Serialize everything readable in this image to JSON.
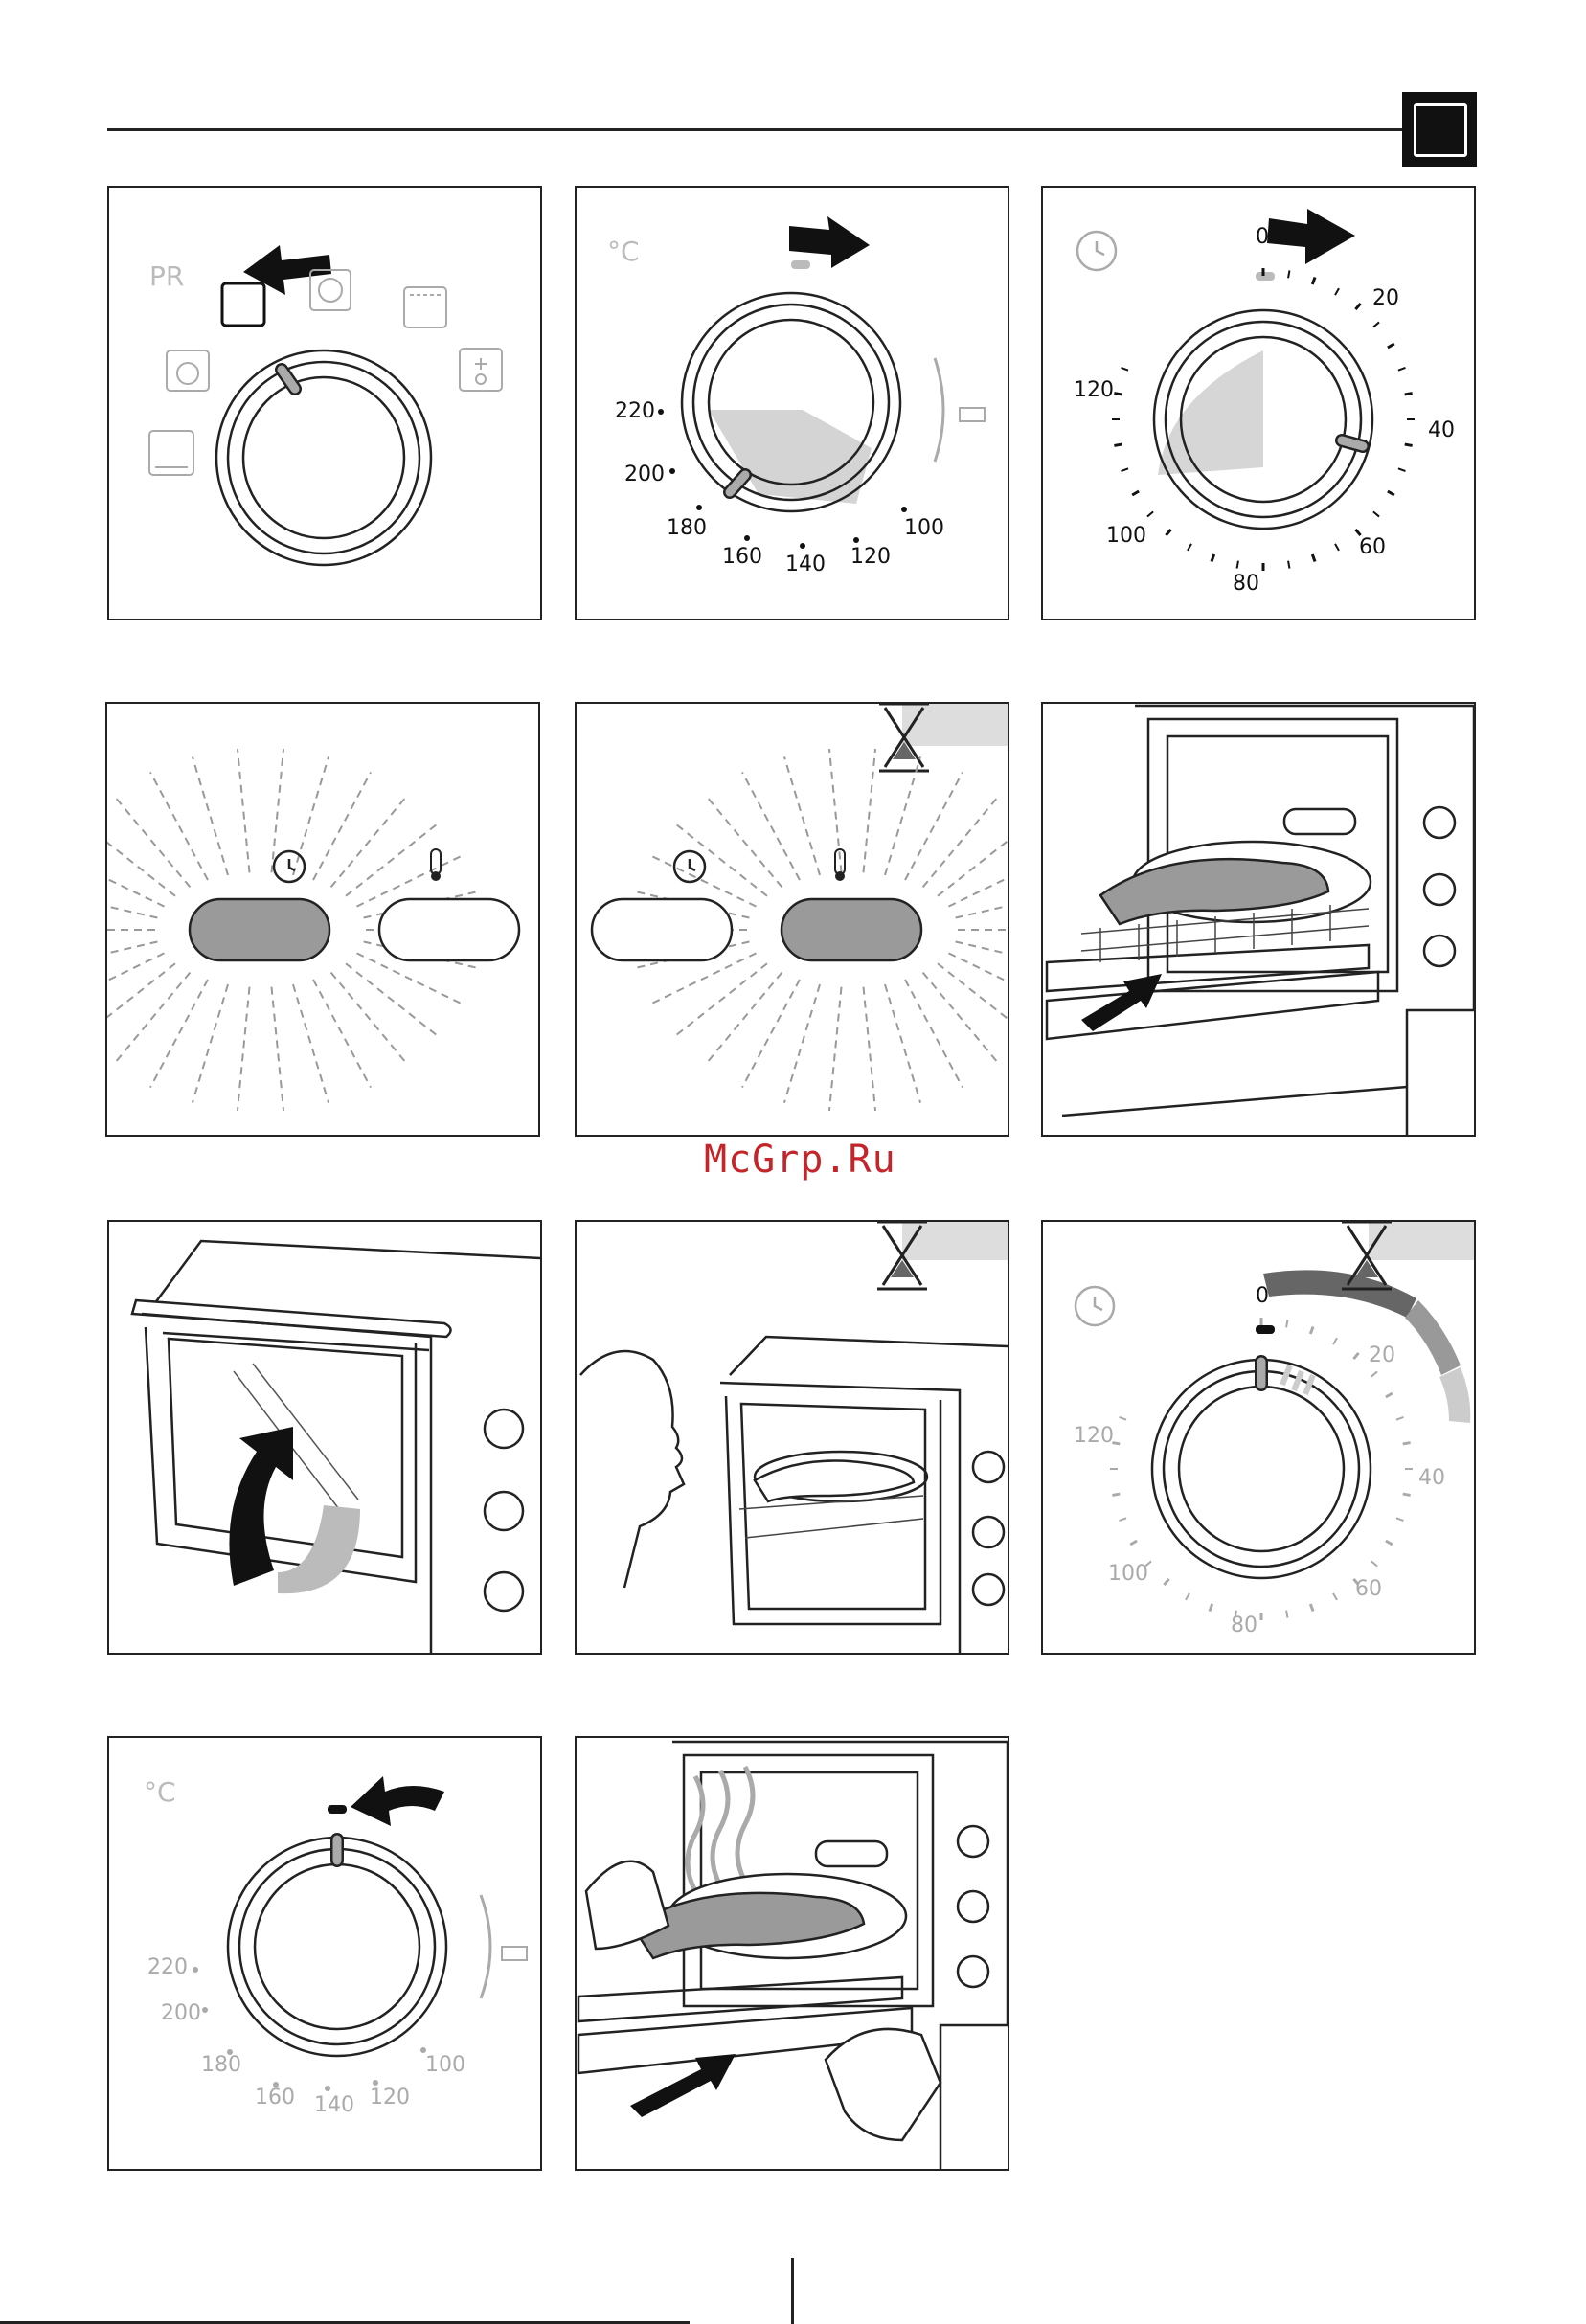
{
  "watermark": "McGrp.Ru",
  "icons": {
    "corner": "oven-mode-icon",
    "mode_selector": [
      "conventional-heating-icon",
      "fan-heating-icon",
      "top-heat-icon",
      "defrost-icon",
      "fan-grill-icon",
      "bottom-heat-icon"
    ],
    "timer": "clock-icon",
    "thermostat": "thermometer-icon",
    "wait": "hourglass-icon"
  },
  "panel1": {
    "label": "PR"
  },
  "panel2": {
    "unit": "°C",
    "scale": [
      "220",
      "200",
      "180",
      "160",
      "140",
      "120",
      "100"
    ]
  },
  "panel3": {
    "scale": [
      "0",
      "20",
      "40",
      "60",
      "80",
      "100",
      "120"
    ]
  },
  "panel9": {
    "scale": [
      "0",
      "20",
      "40",
      "60",
      "80",
      "100",
      "120"
    ]
  },
  "panel10": {
    "unit": "°C",
    "scale": [
      "220",
      "200",
      "180",
      "160",
      "140",
      "120",
      "100"
    ]
  },
  "colors": {
    "line": "#222222",
    "grey": "#b3b3b3",
    "shade": "#9a9a9a",
    "watermark": "#c3252b"
  }
}
